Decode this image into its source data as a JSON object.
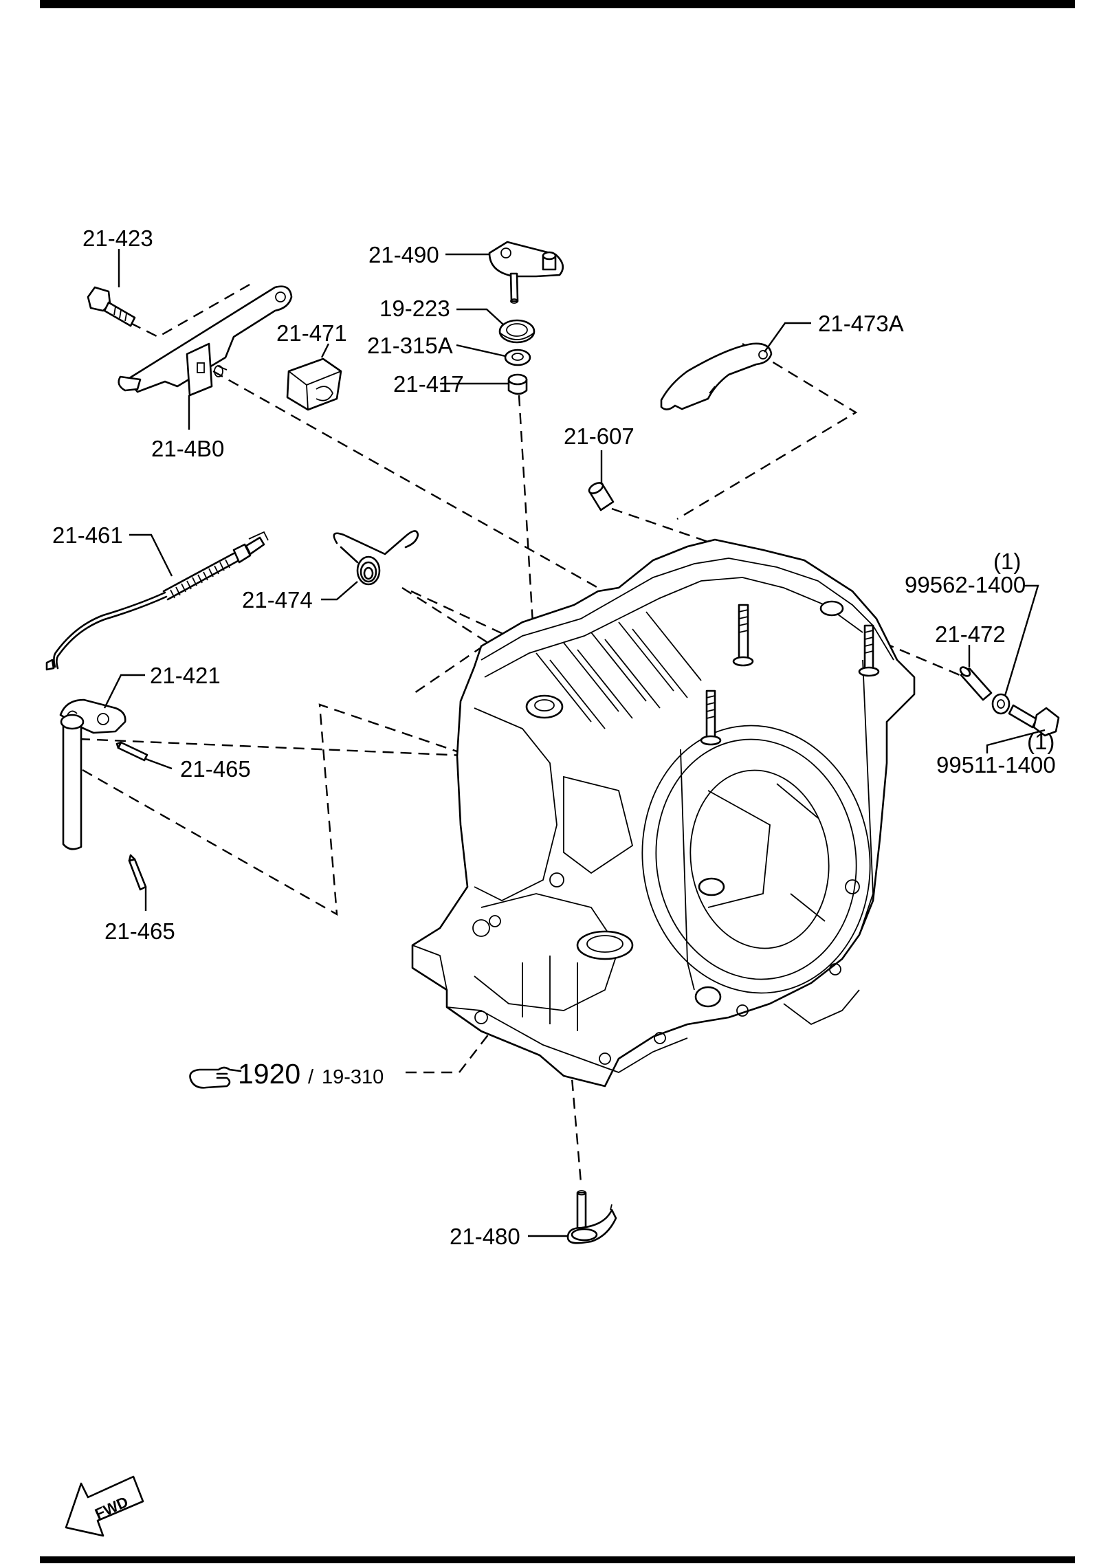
{
  "labels": {
    "p21_423": "21-423",
    "p21_490": "21-490",
    "p19_223": "19-223",
    "p21_315A": "21-315A",
    "p21_417": "21-417",
    "p21_471": "21-471",
    "p21_4B0": "21-4B0",
    "p21_473A": "21-473A",
    "p21_607": "21-607",
    "p21_461": "21-461",
    "p21_474": "21-474",
    "p21_421": "21-421",
    "p21_465_a": "21-465",
    "p21_465_b": "21-465",
    "p21_472": "21-472",
    "q1_a": "(1)",
    "p99562_1400": "99562-1400",
    "q1_b": "(1)",
    "p99511_1400": "99511-1400",
    "ref_main": "1920",
    "ref_sep": "/",
    "ref_sub": "19-310",
    "p21_480": "21-480",
    "fwd": "FWD"
  },
  "icons": {
    "reference": "pointing-hand-icon",
    "direction": "forward-arrow-icon"
  },
  "colors": {
    "ink": "#000000",
    "paper": "#ffffff"
  }
}
